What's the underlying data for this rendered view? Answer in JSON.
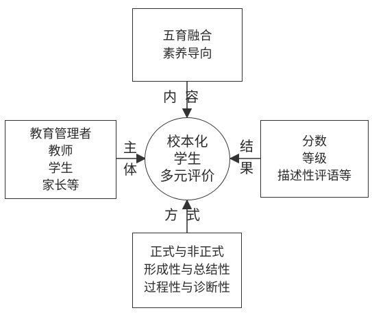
{
  "center": {
    "lines": [
      "校本化",
      "学生",
      "多元评价"
    ]
  },
  "top": {
    "box_lines": [
      "五育融合",
      "素养导向"
    ],
    "connector_label": "内容"
  },
  "left": {
    "box_lines": [
      "教育管理者",
      "教师",
      "学生",
      "家长等"
    ],
    "connector_label": "主体"
  },
  "right": {
    "box_lines": [
      "分数",
      "等级",
      "描述性评语等"
    ],
    "connector_label": "结果"
  },
  "bottom": {
    "box_lines": [
      "正式与非正式",
      "形成性与总结性",
      "过程性与诊断性"
    ],
    "connector_label": "方式"
  }
}
